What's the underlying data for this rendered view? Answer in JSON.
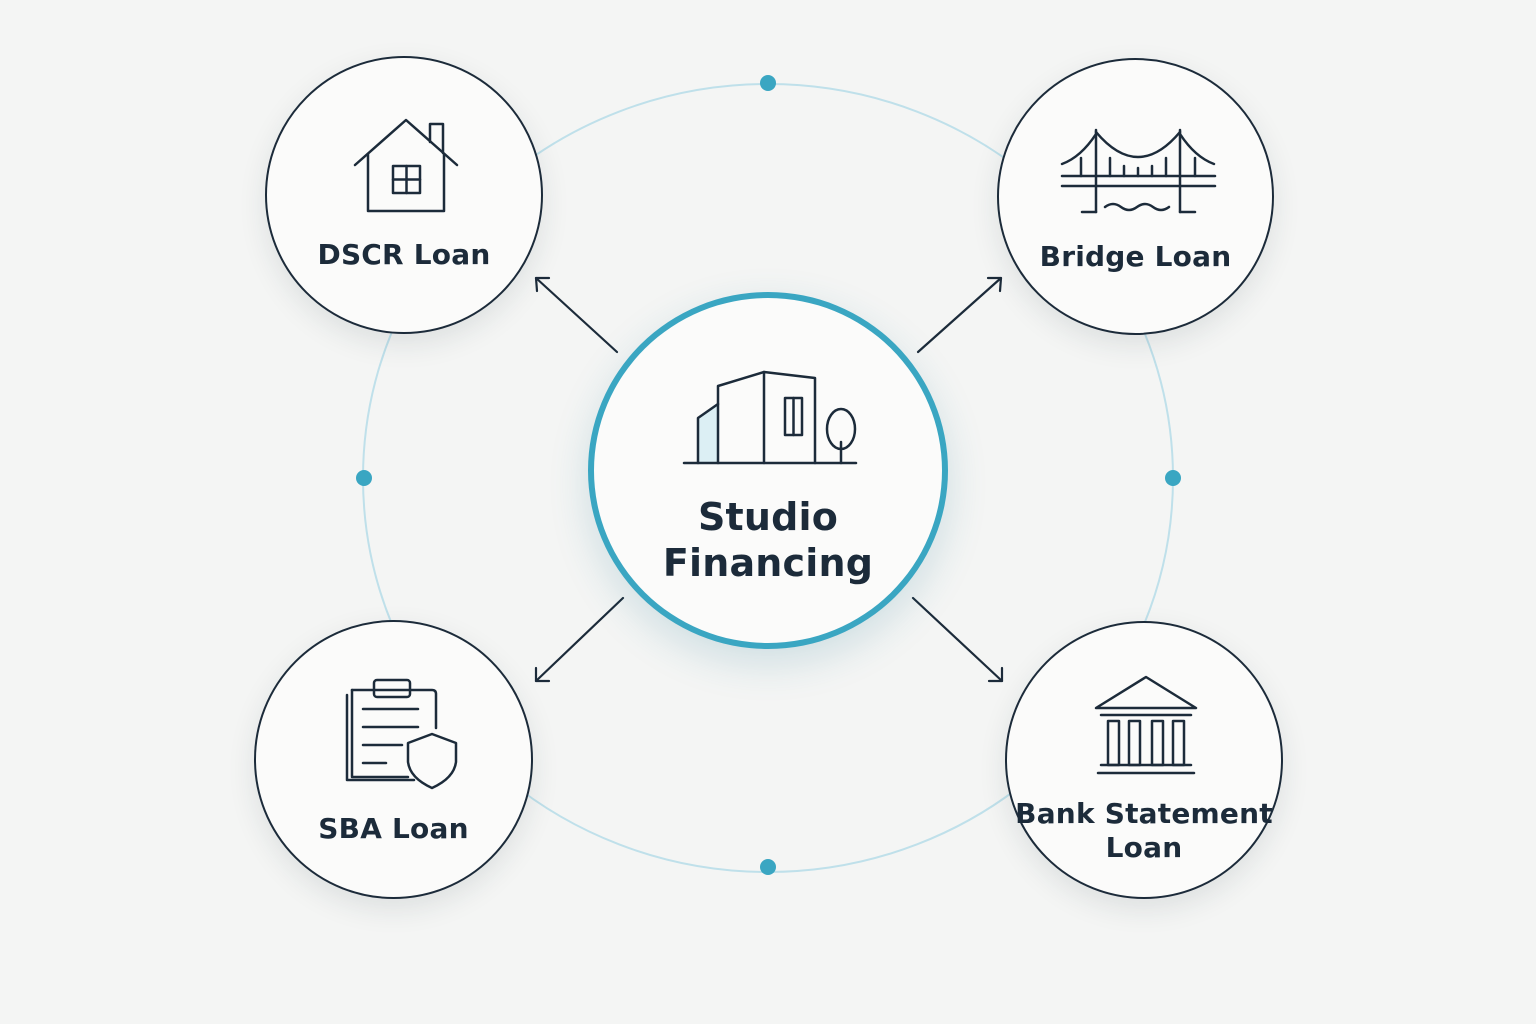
{
  "center": {
    "title_line1": "Studio",
    "title_line2": "Financing",
    "icon": "studio-building-icon"
  },
  "loans": [
    {
      "label_line1": "DSCR Loan",
      "label_line2": "",
      "icon": "house-icon"
    },
    {
      "label_line1": "Bridge Loan",
      "label_line2": "",
      "icon": "bridge-icon"
    },
    {
      "label_line1": "SBA Loan",
      "label_line2": "",
      "icon": "clipboard-shield-icon"
    },
    {
      "label_line1": "Bank Statement",
      "label_line2": "Loan",
      "icon": "bank-building-icon"
    }
  ],
  "colors": {
    "accent": "#3aa6c2",
    "ink": "#1c2b3a",
    "ring": "#bfe0ea",
    "background": "#f4f5f4"
  }
}
